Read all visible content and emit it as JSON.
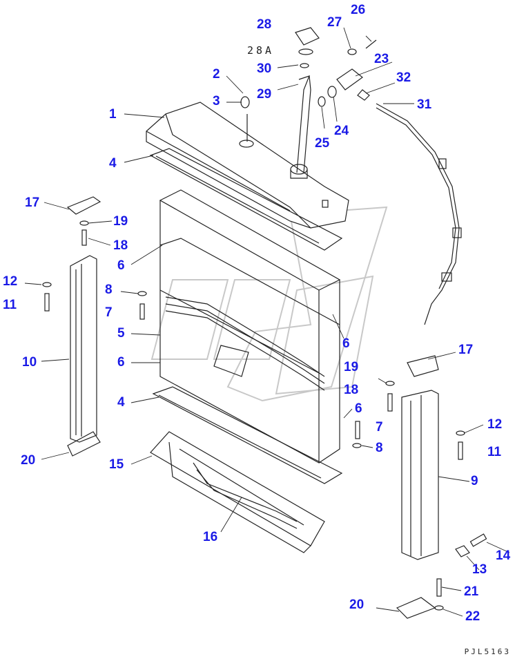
{
  "diagram": {
    "drawing_code": "PJL5163",
    "ink_color": "#222222",
    "callout_color": "#1a1ae6",
    "watermark_color": "#c8c8c8",
    "callouts": [
      {
        "id": "n26",
        "text": "26"
      },
      {
        "id": "n28",
        "text": "28"
      },
      {
        "id": "n27",
        "text": "27"
      },
      {
        "id": "n28a",
        "text": "28A"
      },
      {
        "id": "n23",
        "text": "23"
      },
      {
        "id": "n2",
        "text": "2"
      },
      {
        "id": "n30",
        "text": "30"
      },
      {
        "id": "n32",
        "text": "32"
      },
      {
        "id": "n29",
        "text": "29"
      },
      {
        "id": "n3",
        "text": "3"
      },
      {
        "id": "n31",
        "text": "31"
      },
      {
        "id": "n1",
        "text": "1"
      },
      {
        "id": "n24",
        "text": "24"
      },
      {
        "id": "n25",
        "text": "25"
      },
      {
        "id": "n4a",
        "text": "4"
      },
      {
        "id": "n17a",
        "text": "17"
      },
      {
        "id": "n19a",
        "text": "19"
      },
      {
        "id": "n18a",
        "text": "18"
      },
      {
        "id": "n6a",
        "text": "6"
      },
      {
        "id": "n12a",
        "text": "12"
      },
      {
        "id": "n8a",
        "text": "8"
      },
      {
        "id": "n11a",
        "text": "11"
      },
      {
        "id": "n7a",
        "text": "7"
      },
      {
        "id": "n5",
        "text": "5"
      },
      {
        "id": "n6b",
        "text": "6"
      },
      {
        "id": "n10",
        "text": "10"
      },
      {
        "id": "n6c",
        "text": "6"
      },
      {
        "id": "n17b",
        "text": "17"
      },
      {
        "id": "n19b",
        "text": "19"
      },
      {
        "id": "n18b",
        "text": "18"
      },
      {
        "id": "n4b",
        "text": "4"
      },
      {
        "id": "n6d",
        "text": "6"
      },
      {
        "id": "n7b",
        "text": "7"
      },
      {
        "id": "n12b",
        "text": "12"
      },
      {
        "id": "n8b",
        "text": "8"
      },
      {
        "id": "n11b",
        "text": "11"
      },
      {
        "id": "n20a",
        "text": "20"
      },
      {
        "id": "n15",
        "text": "15"
      },
      {
        "id": "n9",
        "text": "9"
      },
      {
        "id": "n16",
        "text": "16"
      },
      {
        "id": "n14",
        "text": "14"
      },
      {
        "id": "n13",
        "text": "13"
      },
      {
        "id": "n21",
        "text": "21"
      },
      {
        "id": "n20b",
        "text": "20"
      },
      {
        "id": "n22",
        "text": "22"
      }
    ]
  }
}
